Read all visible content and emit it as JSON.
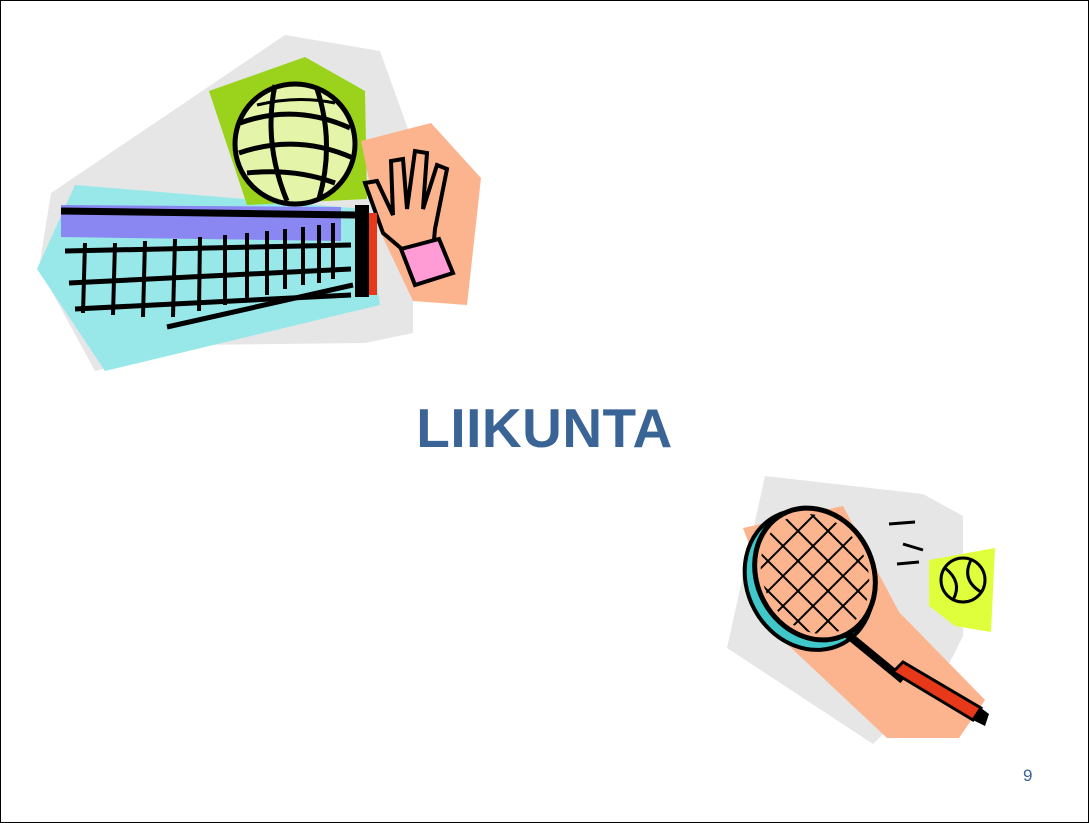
{
  "slide": {
    "title": "LIIKUNTA",
    "page_number": "9"
  },
  "colors": {
    "title": "#3a6396",
    "page_number": "#3a6396",
    "backdrop_gray": "#e6e6e6",
    "net_cyan": "#98e8ea",
    "ball_green": "#9ad21c",
    "hand_peach": "#fbb48e",
    "wristband_pink": "#ff9cd6",
    "net_band_purple": "#8a86f2",
    "racket_peach": "#fbb48e",
    "tennis_ball_yellow": "#dfff3c",
    "grip_red": "#e8381a"
  },
  "clipart": {
    "top_left": "volleyball-net-clipart",
    "bottom_right": "tennis-racket-clipart"
  }
}
